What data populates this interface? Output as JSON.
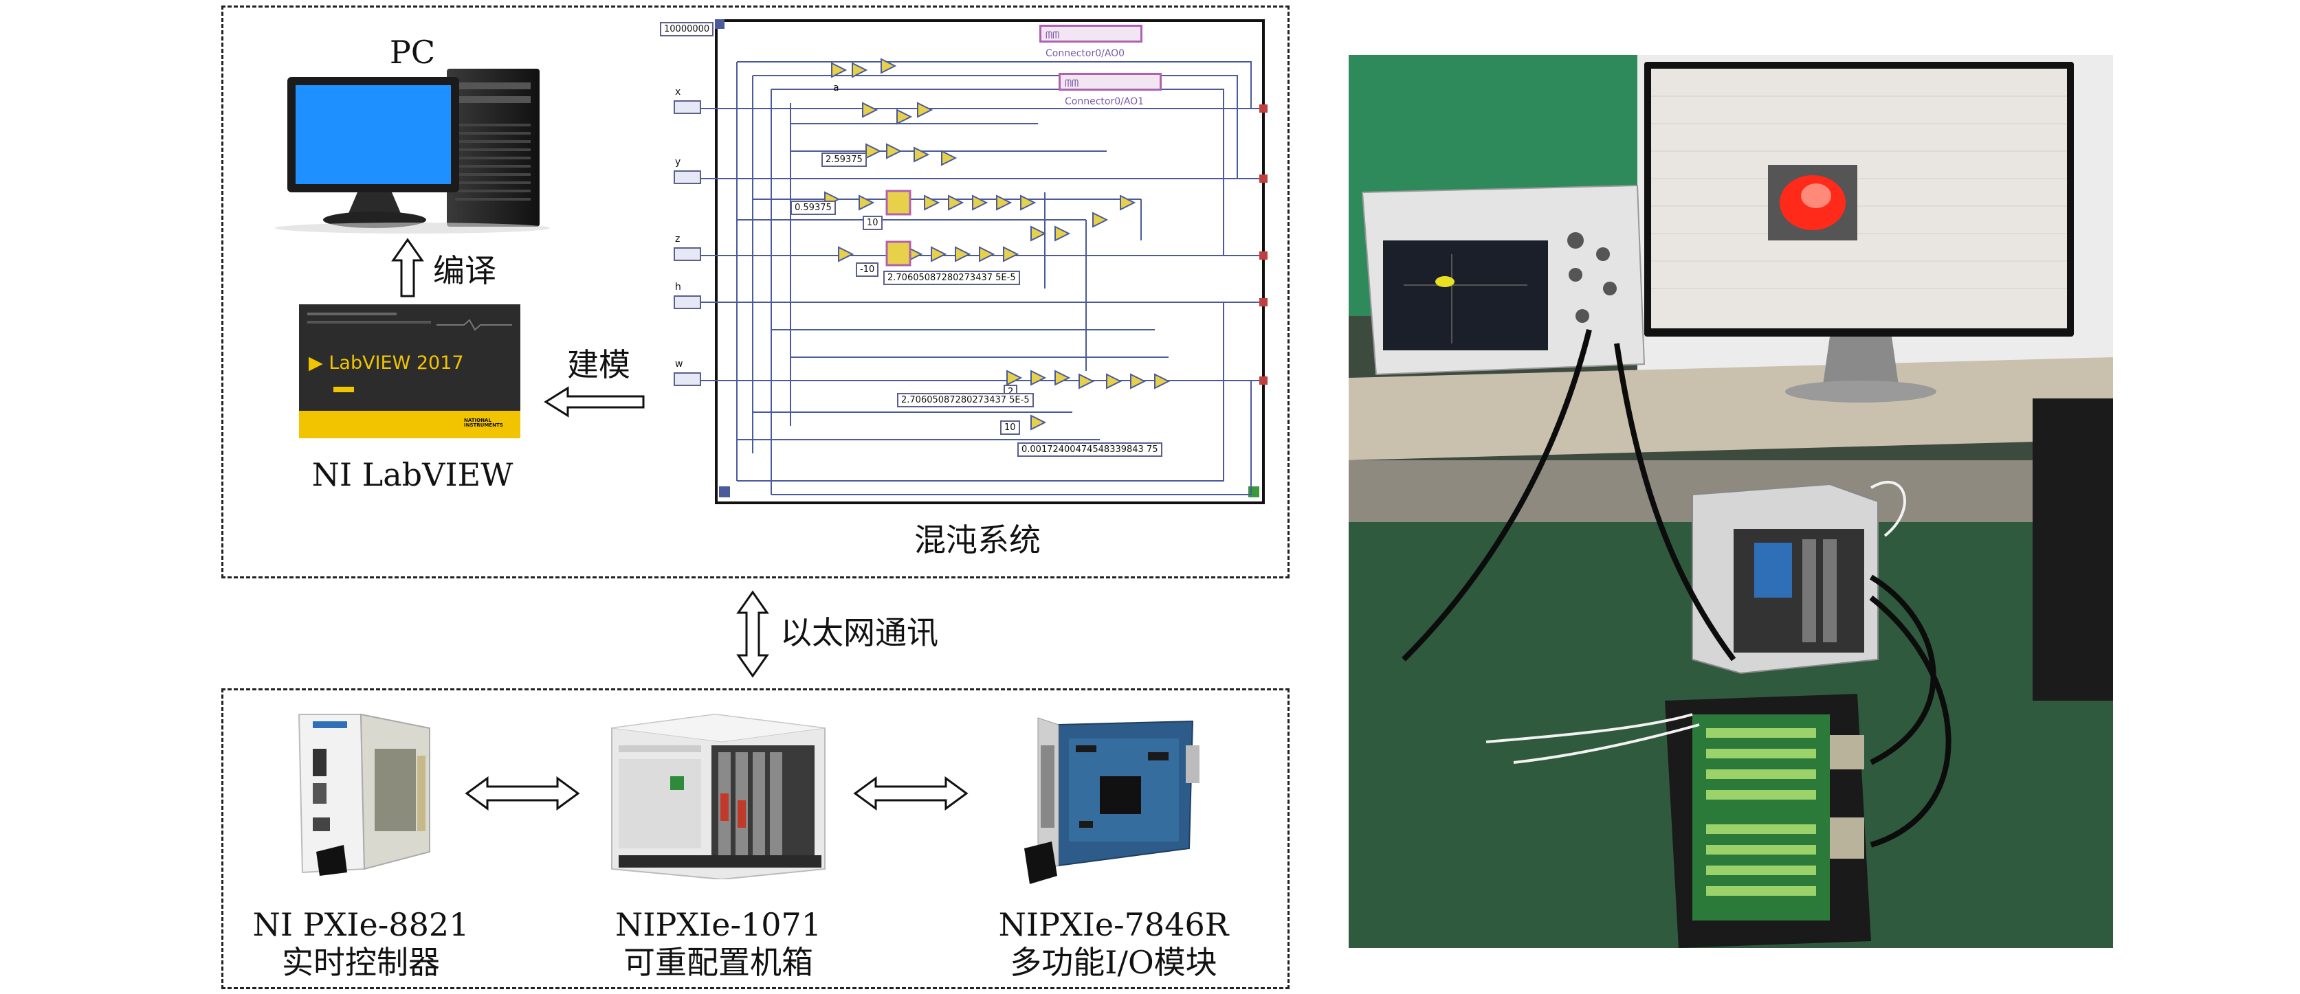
{
  "labels": {
    "pc": "PC",
    "compile": "编译",
    "modeling": "建模",
    "labview": "NI LabVIEW",
    "chaos": "混沌系统",
    "ethernet": "以太网通讯",
    "controller_line1": "NI PXIe-8821",
    "controller_line2": "实时控制器",
    "chassis_line1": "NIPXIe-1071",
    "chassis_line2": "可重配置机箱",
    "io_line1": "NIPXIe-7846R",
    "io_line2": "多功能I/O模块"
  },
  "labview_splash": {
    "product": "LabVIEW",
    "year": "2017",
    "vendor": "NATIONAL INSTRUMENTS"
  },
  "block_diagram": {
    "loop_count": "10000000",
    "inputs": [
      "x",
      "y",
      "z",
      "h",
      "w"
    ],
    "outputs": [
      "Connector0/AO0",
      "Connector0/AO1"
    ],
    "var_a": "a",
    "constants": {
      "c1": "2.59375",
      "c2": "0.59375",
      "c3": "10",
      "c4": "-10",
      "c5": "2.70605087280273437 5E-5",
      "c6": "2",
      "c7": "2.70605087280273437 5E-5",
      "c8": "10",
      "c9": "0.00172400474548339843 75"
    }
  },
  "colors": {
    "monitor_screen": "#1e90ff",
    "labview_yellow": "#f2c400",
    "wire": "#4a5a9a",
    "node": "#e8d14a",
    "connector": "#c070c0"
  }
}
